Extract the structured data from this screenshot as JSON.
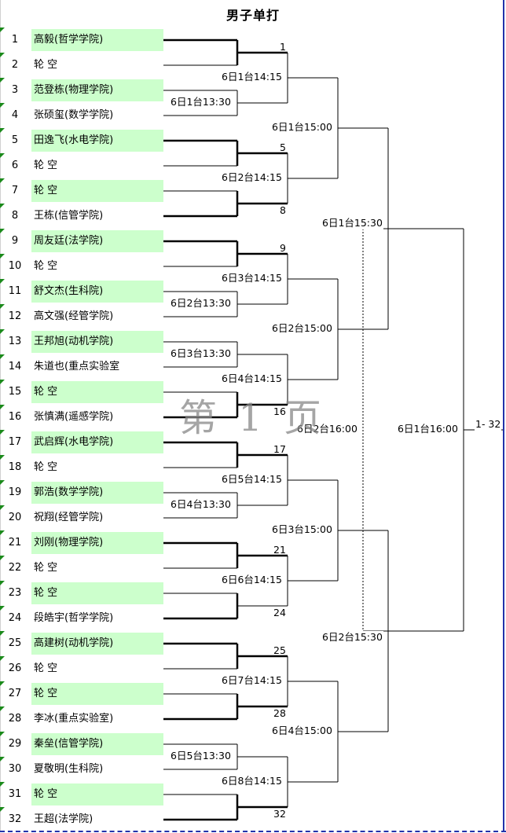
{
  "title": "男子单打",
  "watermark": "第 1 页",
  "players": [
    {
      "seed": "1",
      "name": "高毅(哲学学院)",
      "highlight": true
    },
    {
      "seed": "2",
      "name": "轮  空",
      "highlight": false
    },
    {
      "seed": "3",
      "name": "范登栋(物理学院)",
      "highlight": true
    },
    {
      "seed": "4",
      "name": "张硕玺(数学学院)",
      "highlight": false
    },
    {
      "seed": "5",
      "name": "田逸飞(水电学院)",
      "highlight": true
    },
    {
      "seed": "6",
      "name": "轮  空",
      "highlight": false
    },
    {
      "seed": "7",
      "name": "轮  空",
      "highlight": true
    },
    {
      "seed": "8",
      "name": "王栋(信管学院)",
      "highlight": false
    },
    {
      "seed": "9",
      "name": "周友廷(法学院)",
      "highlight": true
    },
    {
      "seed": "10",
      "name": "轮  空",
      "highlight": false
    },
    {
      "seed": "11",
      "name": "舒文杰(生科院)",
      "highlight": true
    },
    {
      "seed": "12",
      "name": "高文强(经管学院)",
      "highlight": false
    },
    {
      "seed": "13",
      "name": "王邦旭(动机学院)",
      "highlight": true
    },
    {
      "seed": "14",
      "name": "朱道也(重点实验室",
      "highlight": false
    },
    {
      "seed": "15",
      "name": "轮  空",
      "highlight": true
    },
    {
      "seed": "16",
      "name": "张慎满(遥感学院)",
      "highlight": false
    },
    {
      "seed": "17",
      "name": "武启辉(水电学院)",
      "highlight": true
    },
    {
      "seed": "18",
      "name": "轮  空",
      "highlight": false
    },
    {
      "seed": "19",
      "name": "郭浩(数学学院)",
      "highlight": true
    },
    {
      "seed": "20",
      "name": "祝翔(经管学院)",
      "highlight": false
    },
    {
      "seed": "21",
      "name": "刘刚(物理学院)",
      "highlight": true
    },
    {
      "seed": "22",
      "name": "轮  空",
      "highlight": false
    },
    {
      "seed": "23",
      "name": "轮  空",
      "highlight": true
    },
    {
      "seed": "24",
      "name": "段皓宇(哲学学院)",
      "highlight": false
    },
    {
      "seed": "25",
      "name": "高建树(动机学院)",
      "highlight": true
    },
    {
      "seed": "26",
      "name": "轮  空",
      "highlight": false
    },
    {
      "seed": "27",
      "name": "轮  空",
      "highlight": true
    },
    {
      "seed": "28",
      "name": "李冰(重点实验室)",
      "highlight": false
    },
    {
      "seed": "29",
      "name": "秦垒(信管学院)",
      "highlight": true
    },
    {
      "seed": "30",
      "name": "夏敬明(生科院)",
      "highlight": false
    },
    {
      "seed": "31",
      "name": "轮  空",
      "highlight": true
    },
    {
      "seed": "32",
      "name": "王超(法学院)",
      "highlight": false
    }
  ],
  "round1": {
    "winners": [
      "1",
      "5",
      "8",
      "9",
      "16",
      "17",
      "21",
      "24",
      "25",
      "28",
      "32"
    ],
    "matches": [
      "6日1台13:30",
      "6日2台13:30",
      "6日3台13:30",
      "6日4台13:30",
      "6日5台13:30"
    ]
  },
  "round2": [
    "6日1台14:15",
    "6日2台14:15",
    "6日3台14:15",
    "6日4台14:15",
    "6日5台14:15",
    "6日6台14:15",
    "6日7台14:15",
    "6日8台14:15"
  ],
  "round3": [
    "6日1台15:00",
    "6日2台15:00",
    "6日3台15:00",
    "6日4台15:00"
  ],
  "round4": [
    "6日1台15:30",
    "6日2台15:30"
  ],
  "semifinal": "6日2台16:00",
  "final": "6日1台16:00",
  "result_range": "1- 32"
}
